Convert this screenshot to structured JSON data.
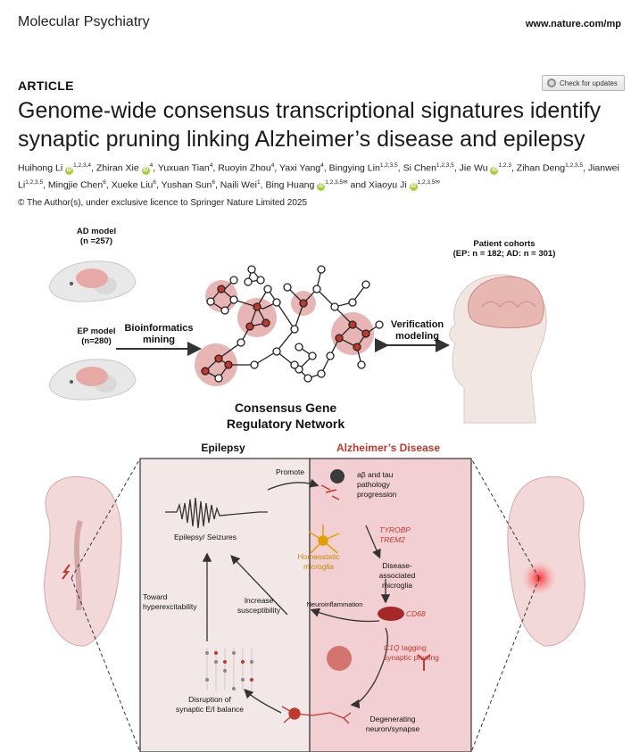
{
  "header": {
    "journal": "Molecular Psychiatry",
    "url": "www.nature.com/mp"
  },
  "article_label": "ARTICLE",
  "check_updates": "Check for updates",
  "title": "Genome-wide consensus transcriptional signatures identify synaptic pruning linking Alzheimer’s disease and epilepsy",
  "authors": [
    {
      "name": "Huihong Li",
      "aff": "1,2,3,4",
      "orcid": true
    },
    {
      "name": "Zhiran Xie",
      "aff": "4",
      "orcid": true
    },
    {
      "name": "Yuxuan Tian",
      "aff": "4",
      "orcid": false
    },
    {
      "name": "Ruoyin Zhou",
      "aff": "4",
      "orcid": false
    },
    {
      "name": "Yaxi Yang",
      "aff": "4",
      "orcid": false
    },
    {
      "name": "Bingying Lin",
      "aff": "1,2,3,5",
      "orcid": false
    },
    {
      "name": "Si Chen",
      "aff": "1,2,3,5",
      "orcid": false
    },
    {
      "name": "Jie Wu",
      "aff": "1,2,3",
      "orcid": true
    },
    {
      "name": "Zihan Deng",
      "aff": "1,2,3,5",
      "orcid": false
    },
    {
      "name": "Jianwei Li",
      "aff": "1,2,3,5",
      "orcid": false
    },
    {
      "name": "Mingjie Chen",
      "aff": "6",
      "orcid": false
    },
    {
      "name": "Xueke Liu",
      "aff": "6",
      "orcid": false
    },
    {
      "name": "Yushan Sun",
      "aff": "6",
      "orcid": false
    },
    {
      "name": "Naili Wei",
      "aff": "1",
      "orcid": false
    },
    {
      "name": "Bing Huang",
      "aff": "1,2,3,5",
      "orcid": true,
      "corresponding": true
    },
    {
      "name": "Xiaoyu Ji",
      "aff": "1,2,3,5",
      "orcid": true,
      "corresponding": true
    }
  ],
  "authors_and": "and",
  "copyright": "© The Author(s), under exclusive licence to Springer Nature Limited 2025",
  "figure": {
    "ad_model_line1": "AD model",
    "ad_model_line2": "(n =257)",
    "ep_model_line1": "EP model",
    "ep_model_line2": "(n=280)",
    "bioinfo_line1": "Bioinformatics",
    "bioinfo_line2": "mining",
    "verification_line1": "Verification",
    "verification_line2": "modeling",
    "patients_line1": "Patient cohorts",
    "patients_line2": "(EP: n = 182; AD: n = 301)",
    "network_line1": "Consensus Gene",
    "network_line2": "Regulatory Network",
    "epilepsy_header": "Epilepsy",
    "ad_header": "Alzheimer’s Disease",
    "promote": "Promote",
    "abeta": "aβ and tau pathology progression",
    "epilepsy_seizures": "Epilepsy/ Seizures",
    "tyrobp": "TYROBP",
    "trem2": "TREM2",
    "homeostatic": "Homeostatic microglia",
    "disease_microglia": "Disease-associated microglia",
    "toward": "Toward hyperexcitability",
    "increase": "Increase susceptibility",
    "neuroinflammation": "Neuroinflammation",
    "cd68": "CD68",
    "c1q_gene": "C1Q",
    "c1q_rest": "tagging synaptic pruning",
    "disruption": "Disruption of synaptic E/I balance",
    "degenerating": "Degenerating neuron/synapse",
    "colors": {
      "red": "#c0392b",
      "gene": "#c0392b",
      "panel_left": "#f3e7e7",
      "panel_right": "#f1cfd2",
      "orcid": "#a6ce39"
    }
  }
}
